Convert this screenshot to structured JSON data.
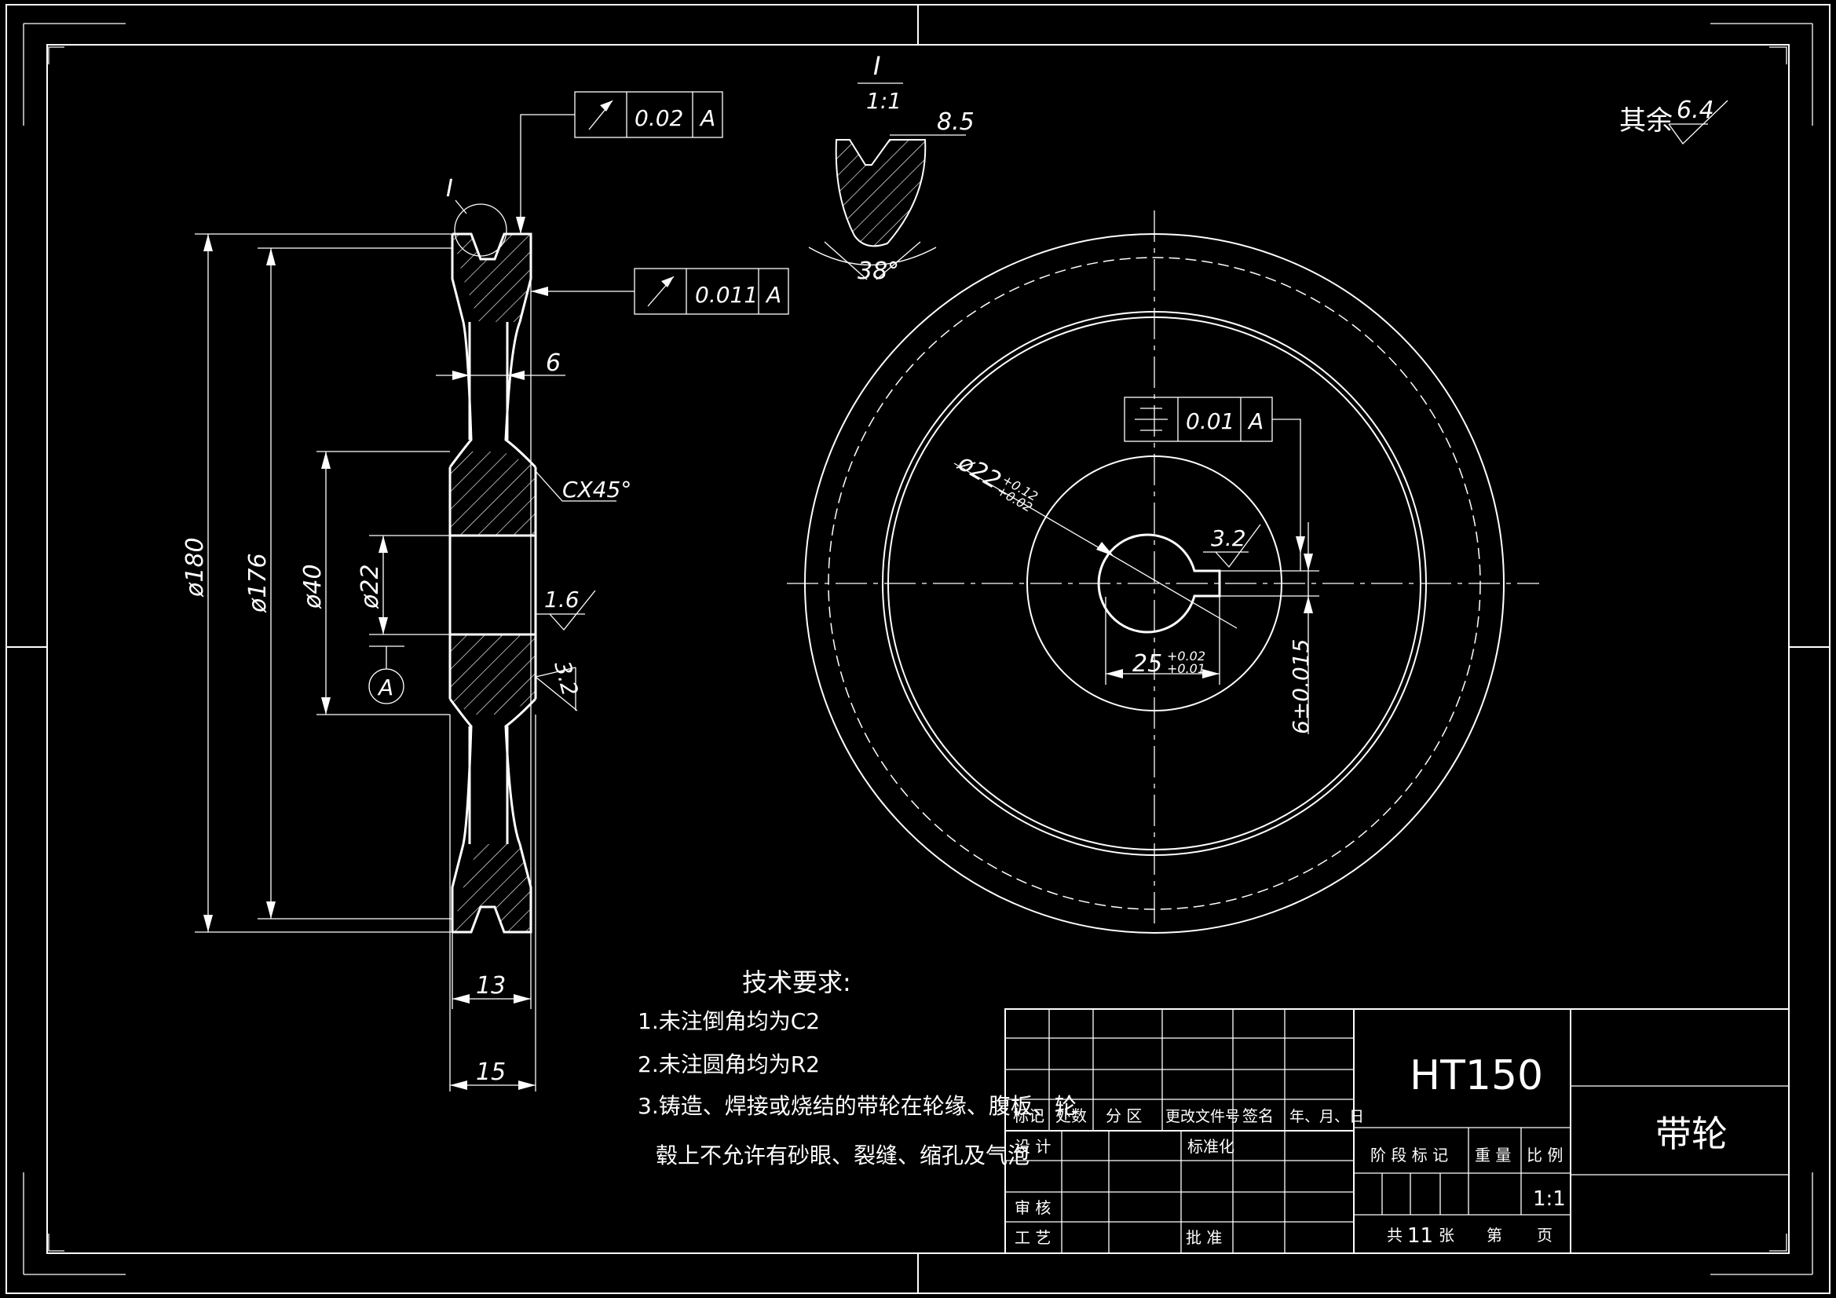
{
  "colors": {
    "background": "#000000",
    "line": "#ffffff"
  },
  "roughness_general": {
    "label": "其余",
    "value": "6.4"
  },
  "detail_view": {
    "label": "I",
    "scale": "1:1",
    "width": "8.5",
    "angle": "38°"
  },
  "section_view": {
    "detail_marker": "I",
    "dimensions": {
      "d180": "ø180",
      "d176": "ø176",
      "d40": "ø40",
      "d22": "ø22",
      "web": "6",
      "hub": "13",
      "rim": "15",
      "chamfer": "CX45°"
    },
    "roughness": {
      "bore": "1.6",
      "face": "3.2"
    },
    "datum": "A",
    "tolerances": [
      {
        "symbol": "runout-arrow",
        "value": "0.02",
        "datum": "A"
      },
      {
        "symbol": "runout-arrow",
        "value": "0.011",
        "datum": "A"
      }
    ]
  },
  "front_view": {
    "tolerance": {
      "symbol": "symmetry",
      "value": "0.01",
      "datum": "A"
    },
    "bore_dia": "ø22",
    "bore_tol_up": "+0.12",
    "bore_tol_low": "+0.02",
    "keyway_roughness": "3.2",
    "keyway_depth": "25",
    "keyway_tol_up": "+0.02",
    "keyway_tol_low": "+0.01",
    "keyway_width": "6±0.015"
  },
  "tech_requirements": {
    "title": "技术要求:",
    "items": [
      "1.未注倒角均为C2",
      "2.未注圆角均为R2",
      "3.铸造、焊接或烧结的带轮在轮缘、腹板、轮",
      "毂上不允许有砂眼、裂缝、缩孔及气泡"
    ]
  },
  "title_block": {
    "material": "HT150",
    "part_name": "带轮",
    "headers": [
      "标记",
      "处数",
      "分 区",
      "更改文件号",
      "签名",
      "年、月、日"
    ],
    "design": "设 计",
    "standard": "标准化",
    "review": "审 核",
    "process": "工 艺",
    "approve": "批 准",
    "stage_mark": "阶 段 标 记",
    "weight": "重 量",
    "scale_label": "比 例",
    "scale": "1:1",
    "sheets_prefix": "共",
    "sheets_count": "11",
    "sheets_unit": "张",
    "page_prefix": "第",
    "page_unit": "页"
  }
}
